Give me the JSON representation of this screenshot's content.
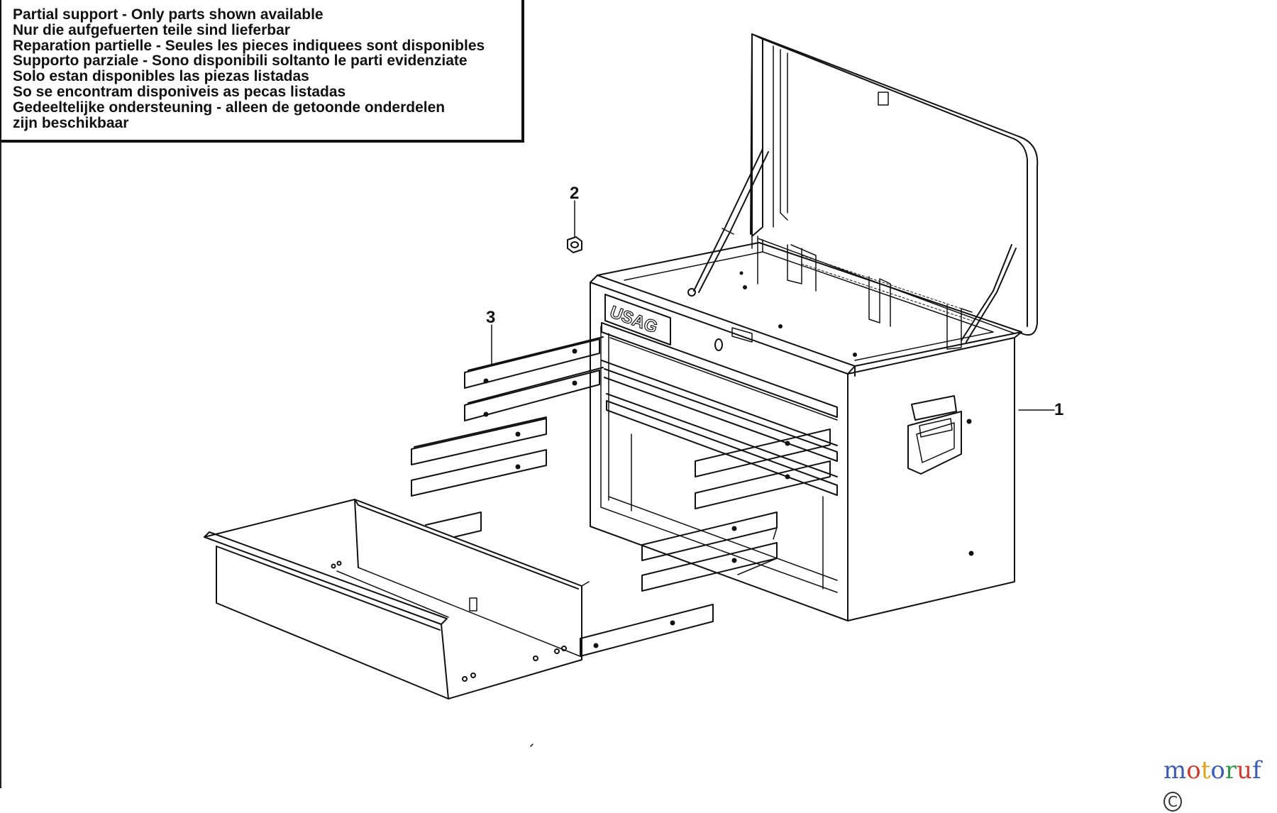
{
  "notice": {
    "lines": [
      "Partial support - Only parts shown available",
      "Nur die aufgefuerten teile sind lieferbar",
      "Reparation partielle - Seules les pieces indiquees sont disponibles",
      "Supporto parziale - Sono disponibili soltanto le parti evidenziate",
      "Solo estan disponibles las piezas listadas",
      "So se encontram disponiveis as pecas listadas",
      "Gedeeltelijke ondersteuning - alleen de getoonde onderdelen",
      "zijn beschikbaar"
    ]
  },
  "callouts": {
    "c1": "1",
    "c2": "2",
    "c3": "3"
  },
  "brand_label": "USAG",
  "watermark": {
    "text": "motoruf",
    "letters": [
      {
        "ch": "m",
        "color": "#3b5bb5"
      },
      {
        "ch": "o",
        "color": "#d23a2e"
      },
      {
        "ch": "t",
        "color": "#e0a21c"
      },
      {
        "ch": "o",
        "color": "#3b5bb5"
      },
      {
        "ch": "r",
        "color": "#2e9a48"
      },
      {
        "ch": "u",
        "color": "#d23a2e"
      },
      {
        "ch": "f",
        "color": "#3b5bb5"
      }
    ],
    "mark": "C"
  }
}
